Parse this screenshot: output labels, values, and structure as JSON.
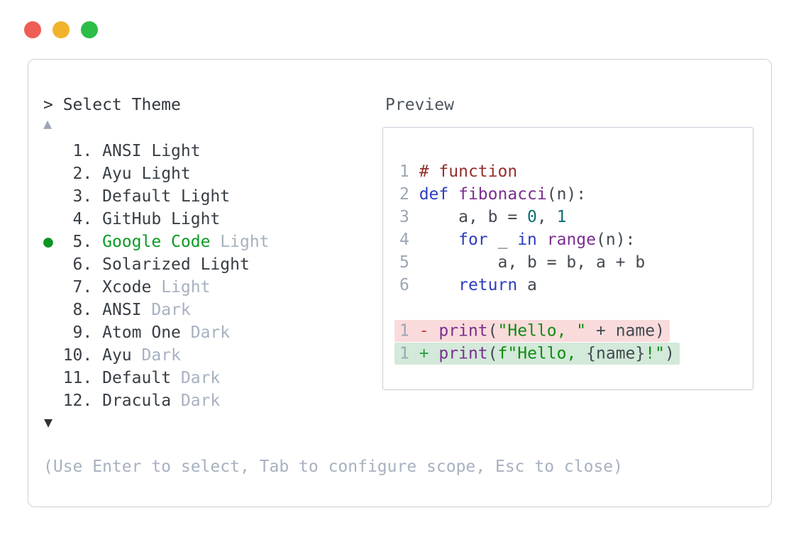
{
  "window": {
    "controls": [
      {
        "name": "close",
        "color": "#f05c56"
      },
      {
        "name": "minimize",
        "color": "#f2b32c"
      },
      {
        "name": "zoom",
        "color": "#2dbe47"
      }
    ]
  },
  "picker": {
    "prompt": "> Select Theme",
    "scroll_up_indicator": "▲",
    "scroll_down_indicator": "▼",
    "items": [
      {
        "number": 1,
        "name": "ANSI Light",
        "variant": "",
        "selected": false
      },
      {
        "number": 2,
        "name": "Ayu Light",
        "variant": "",
        "selected": false
      },
      {
        "number": 3,
        "name": "Default Light",
        "variant": "",
        "selected": false
      },
      {
        "number": 4,
        "name": "GitHub Light",
        "variant": "",
        "selected": false
      },
      {
        "number": 5,
        "name": "Google Code",
        "variant": "Light",
        "selected": true
      },
      {
        "number": 6,
        "name": "Solarized Light",
        "variant": "",
        "selected": false
      },
      {
        "number": 7,
        "name": "Xcode",
        "variant": "Light",
        "selected": false
      },
      {
        "number": 8,
        "name": "ANSI",
        "variant": "Dark",
        "selected": false
      },
      {
        "number": 9,
        "name": "Atom One",
        "variant": "Dark",
        "selected": false
      },
      {
        "number": 10,
        "name": "Ayu",
        "variant": "Dark",
        "selected": false
      },
      {
        "number": 11,
        "name": "Default",
        "variant": "Dark",
        "selected": false
      },
      {
        "number": 12,
        "name": "Dracula",
        "variant": "Dark",
        "selected": false
      }
    ],
    "help_text": "(Use Enter to select, Tab to configure scope, Esc to close)"
  },
  "preview": {
    "label": "Preview",
    "code_lines": [
      {
        "num": "1",
        "segments": [
          {
            "t": "# function",
            "c": "comment"
          }
        ]
      },
      {
        "num": "2",
        "segments": [
          {
            "t": "def",
            "c": "keyword"
          },
          {
            "t": " ",
            "c": "plain"
          },
          {
            "t": "fibonacci",
            "c": "title"
          },
          {
            "t": "(n):",
            "c": "plain"
          }
        ]
      },
      {
        "num": "3",
        "segments": [
          {
            "t": "    a, b = ",
            "c": "plain"
          },
          {
            "t": "0",
            "c": "number"
          },
          {
            "t": ", ",
            "c": "plain"
          },
          {
            "t": "1",
            "c": "number"
          }
        ]
      },
      {
        "num": "4",
        "segments": [
          {
            "t": "    ",
            "c": "plain"
          },
          {
            "t": "for",
            "c": "keyword"
          },
          {
            "t": " _ ",
            "c": "plain"
          },
          {
            "t": "in",
            "c": "keyword"
          },
          {
            "t": " ",
            "c": "plain"
          },
          {
            "t": "range",
            "c": "title"
          },
          {
            "t": "(n):",
            "c": "plain"
          }
        ]
      },
      {
        "num": "5",
        "segments": [
          {
            "t": "        a, b = b, a + b",
            "c": "plain"
          }
        ]
      },
      {
        "num": "6",
        "segments": [
          {
            "t": "    ",
            "c": "plain"
          },
          {
            "t": "return",
            "c": "keyword"
          },
          {
            "t": " a",
            "c": "plain"
          }
        ]
      },
      {
        "blank": true
      },
      {
        "num": "1",
        "diff": "removed",
        "segments": [
          {
            "t": "-",
            "c": "diff-minus"
          },
          {
            "t": " ",
            "c": "plain"
          },
          {
            "t": "print",
            "c": "title"
          },
          {
            "t": "(",
            "c": "plain"
          },
          {
            "t": "\"Hello, \"",
            "c": "string"
          },
          {
            "t": " + name)",
            "c": "plain"
          }
        ]
      },
      {
        "num": "1",
        "diff": "added",
        "segments": [
          {
            "t": "+",
            "c": "diff-plus"
          },
          {
            "t": " ",
            "c": "plain"
          },
          {
            "t": "print",
            "c": "title"
          },
          {
            "t": "(",
            "c": "plain"
          },
          {
            "t": "f\"Hello, ",
            "c": "string"
          },
          {
            "t": "{name}",
            "c": "plain"
          },
          {
            "t": "!\"",
            "c": "string"
          },
          {
            "t": ")",
            "c": "plain"
          }
        ]
      }
    ]
  },
  "colors": {
    "panel_border": "#cad0da",
    "text_primary": "#383e45",
    "text_muted": "#a7b1c0",
    "selection_green": "#0a9b25",
    "diff_removed_bg": "#fadbdb",
    "diff_added_bg": "#d3e9d9",
    "syntax_comment": "#93302c",
    "syntax_keyword": "#2c3dc0",
    "syntax_title": "#7b2e90",
    "syntax_number": "#0e6e72",
    "syntax_string": "#0f8c13"
  }
}
